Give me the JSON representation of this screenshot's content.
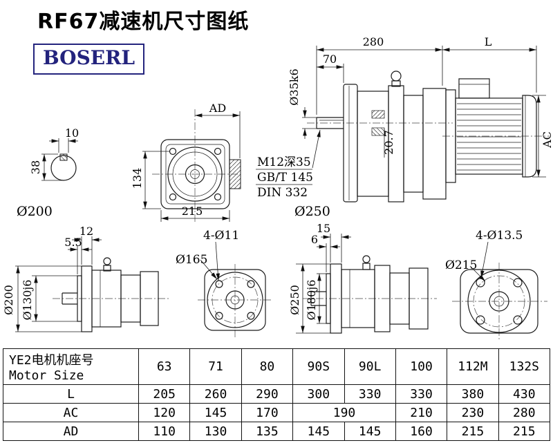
{
  "page": {
    "title": "RF67减速机尺寸图纸",
    "logo_text": "BOSERL",
    "brand_color": "#23237d"
  },
  "shaft_section": {
    "dim_key_width": "10",
    "dim_section_height": "38"
  },
  "front_view": {
    "dim_ad": "AD",
    "dim_height": "134",
    "dim_width": "215",
    "label_flange_dia": "Ø200"
  },
  "assembly_view": {
    "dim_total_280": "280",
    "dim_motor_l": "L",
    "dim_shaft_len": "70",
    "dim_shaft_dia": "Ø35k6",
    "dim_key_depth": "20.7",
    "dim_motor_ac": "AC",
    "note_tap": "M12深35",
    "note_std1": "GB/T 145",
    "note_std2": "DIN 332",
    "label_flange_dia": "Ø250"
  },
  "flange_small_side": {
    "dim_thickness": "12",
    "dim_spigot_len": "5.5",
    "dim_od": "Ø200",
    "dim_spigot_dia": "Ø130j6"
  },
  "flange_small_front": {
    "label_bolt_holes": "4-Ø11",
    "label_bolt_circle": "Ø165"
  },
  "flange_large_side": {
    "dim_thickness": "15",
    "dim_spigot_len": "6",
    "dim_od": "Ø250",
    "dim_spigot_dia": "Ø180j6"
  },
  "flange_large_front": {
    "label_bolt_holes": "4-Ø13.5",
    "label_bolt_circle": "Ø215"
  },
  "table": {
    "header_label_line1": "YE2电机机座号",
    "header_label_line2": "Motor Size",
    "columns": [
      "63",
      "71",
      "80",
      "90S",
      "90L",
      "100",
      "112M",
      "132S"
    ],
    "rows": [
      {
        "label": "L",
        "values": [
          "205",
          "260",
          "290",
          "300",
          "330",
          "330",
          "380",
          "430"
        ]
      },
      {
        "label": "AC",
        "values": [
          "120",
          "145",
          "170",
          "190",
          "210",
          "230",
          "280"
        ]
      },
      {
        "label": "AD",
        "values": [
          "110",
          "130",
          "135",
          "145",
          "145",
          "160",
          "215",
          "215"
        ]
      }
    ]
  }
}
